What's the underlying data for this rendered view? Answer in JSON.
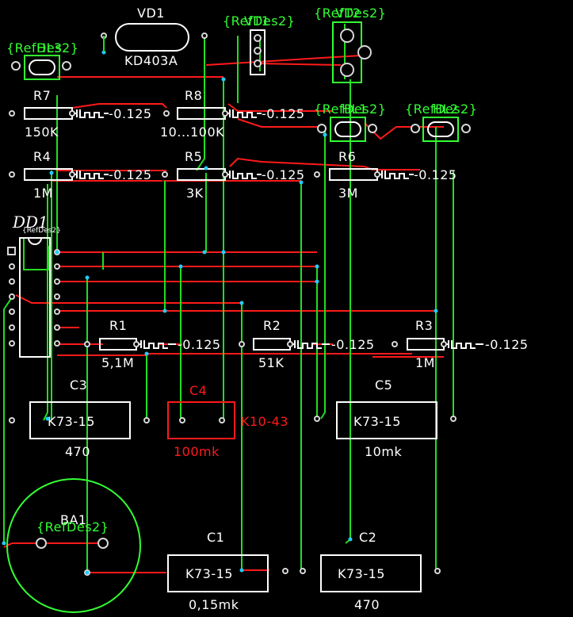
{
  "refdes_tag": "{RefDes2}",
  "components": {
    "VD1": {
      "ref": "VD1",
      "value": "KD403A"
    },
    "VT1": {
      "ref": "VT1"
    },
    "VT2": {
      "ref": "VT2"
    },
    "HL3": {
      "ref": "HL3"
    },
    "HL1": {
      "ref": "HL1"
    },
    "HL2": {
      "ref": "HL2"
    },
    "R7": {
      "ref": "R7",
      "value": "150K",
      "power": "0.125"
    },
    "R8": {
      "ref": "R8",
      "value": "10...100K",
      "power": "0.125"
    },
    "R4": {
      "ref": "R4",
      "value": "1M",
      "power": "0.125"
    },
    "R5": {
      "ref": "R5",
      "value": "3K",
      "power": "0.125"
    },
    "R6": {
      "ref": "R6",
      "value": "3M",
      "power": "0.125"
    },
    "DD1": {
      "ref": "DD1",
      "sub": "{RefDes2}"
    },
    "R1": {
      "ref": "R1",
      "value": "5,1M",
      "power": "0.125"
    },
    "R2": {
      "ref": "R2",
      "value": "51K",
      "power": "0.125"
    },
    "R3": {
      "ref": "R3",
      "value": "1M",
      "power": "0.125"
    },
    "C3": {
      "ref": "C3",
      "type": "K73-15",
      "value": "470"
    },
    "C4": {
      "ref": "C4",
      "type": "K10-43",
      "value": "100mk"
    },
    "C5": {
      "ref": "C5",
      "type": "K73-15",
      "value": "10mk"
    },
    "BA1": {
      "ref": "BA1"
    },
    "C1": {
      "ref": "C1",
      "type": "K73-15",
      "value": "0,15mk"
    },
    "C2": {
      "ref": "C2",
      "type": "K73-15",
      "value": "470"
    }
  },
  "colors": {
    "background": "#000000",
    "silkscreen": "#ffffff",
    "top_copper": "#ff1a1a",
    "bottom_copper": "#22dd22",
    "refdes": "#33ff33",
    "via": "#22ccff"
  }
}
